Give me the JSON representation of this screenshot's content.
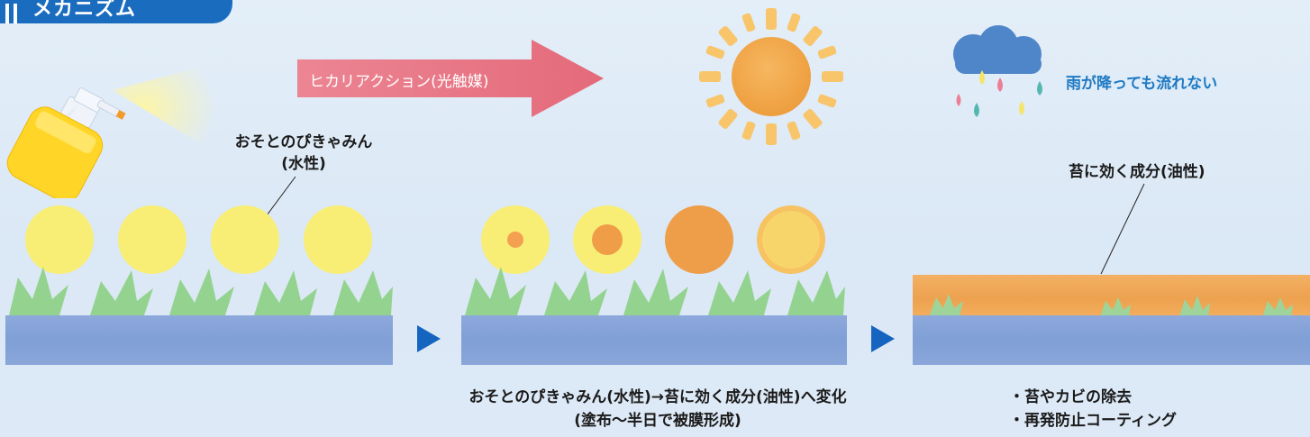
{
  "header": {
    "title": "メカニズム"
  },
  "diagram": {
    "arrow_label": "ヒカリアクション(光触媒)",
    "spray_label_line1": "おそとのぴきゃみん",
    "spray_label_line2": "(水性)",
    "rain_label": "雨が降っても流れない",
    "oily_label": "苔に効く成分(油性)",
    "caption_middle_line1": "おそとのぴきゃみん(水性)→苔に効く成分(油性)へ変化",
    "caption_middle_line2": "(塗布〜半日で被膜形成)",
    "caption_right_line1": "・苔やカビの除去",
    "caption_right_line2": "・再発防止コーティング"
  },
  "colors": {
    "header_bg": "#1a6cbf",
    "rain_text": "#1f7ac4",
    "step_arrow": "#1565c0",
    "pink_arrow": "#e86f80",
    "ground": "#819fd6",
    "grass": "#8fd08e",
    "orange": "#eea453",
    "yellow": "#f9ec6b"
  },
  "icons": [
    "spray-bottle-icon",
    "sun-icon",
    "rain-cloud-icon",
    "next-step-icon"
  ]
}
